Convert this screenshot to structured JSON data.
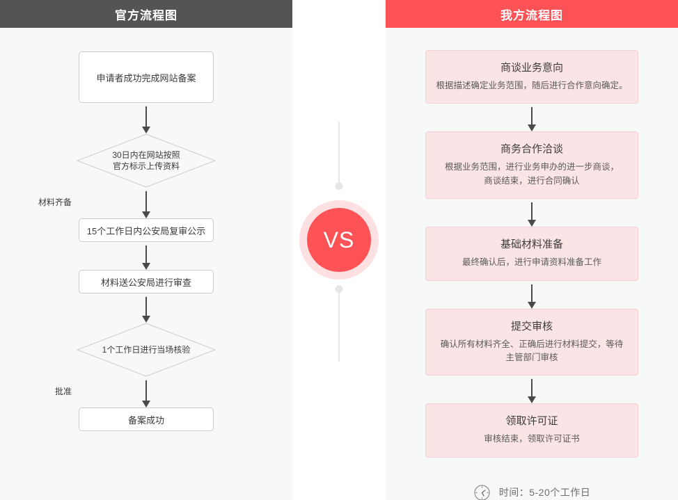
{
  "left_panel": {
    "header_title": "官方流程图",
    "header_color": "#545454",
    "nodes": [
      {
        "kind": "box",
        "label": "申请者成功完成网站备案"
      },
      {
        "kind": "diamond",
        "label": "30日内在网站按照\n官方标示上传资料"
      },
      {
        "kind": "box",
        "label": "15个工作日内公安局复审公示"
      },
      {
        "kind": "box",
        "label": "材料送公安局进行审查"
      },
      {
        "kind": "diamond",
        "label": "1个工作日进行当场核验"
      },
      {
        "kind": "box",
        "label": "备案成功"
      }
    ],
    "edge_labels": {
      "after_first_diamond": "材料齐备",
      "after_second_diamond": "批准"
    }
  },
  "right_panel": {
    "header_title": "我方流程图",
    "header_color": "#fd5357",
    "cards": [
      {
        "title": "商谈业务意向",
        "desc": "根据描述确定业务范围，随后进行合作意向确定。"
      },
      {
        "title": "商务合作洽谈",
        "desc": "根据业务范围，进行业务申办的进一步商谈，\n商谈结束，进行合同确认"
      },
      {
        "title": "基础材料准备",
        "desc": "最终确认后，进行申请资料准备工作"
      },
      {
        "title": "提交审核",
        "desc": "确认所有材料齐全、正确后进行材料提交，等待\n主管部门审核"
      },
      {
        "title": "领取许可证",
        "desc": "审核结束，领取许可证书"
      }
    ],
    "footer": {
      "icon": "clock-icon",
      "text": "时间：5-20个工作日"
    },
    "card_bg": "#fbe4e5",
    "card_border": "#f6cfd2"
  },
  "center": {
    "vs_label": "VS",
    "badge_color": "#fd5357",
    "badge_ring_color": "#fde0e1",
    "line_color": "#e4e6e7"
  }
}
